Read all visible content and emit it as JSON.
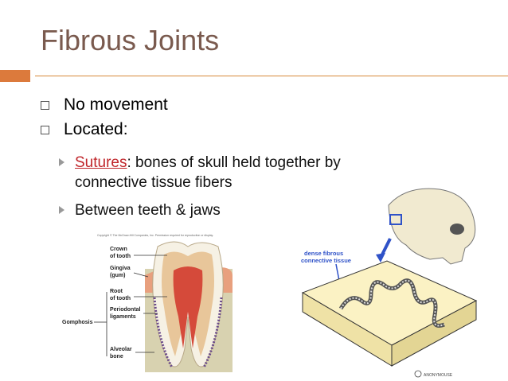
{
  "title": "Fibrous Joints",
  "bullets": [
    "No movement",
    "Located:"
  ],
  "sub": {
    "sutures_word": "Sutures",
    "sutures_rest": ": bones of skull held together by",
    "sutures_line2": "connective tissue fibers",
    "teeth": "Between teeth & jaws"
  },
  "tooth_figure": {
    "copyright": "Copyright © The McGraw-Hill Companies, Inc. Permission required for reproduction or display.",
    "labels": [
      "Crown",
      "of tooth",
      "Gingiva",
      "(gum)",
      "Root",
      "of tooth",
      "Periodontal",
      "ligaments",
      "Gomphosis",
      "Alveolar",
      "bone"
    ]
  },
  "suture_figure": {
    "label": [
      "dense fibrous",
      "connective tissue"
    ],
    "logo": "ANONYMOUSE"
  }
}
